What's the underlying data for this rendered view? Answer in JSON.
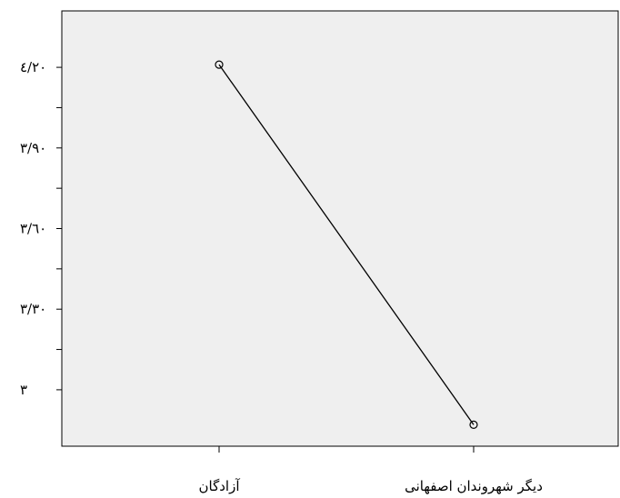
{
  "chart_data": {
    "type": "line",
    "categories": [
      "آزادگان",
      "دیگر شهروندان اصفهانی"
    ],
    "values": [
      4.21,
      2.87
    ],
    "y_ticks": [
      3.0,
      3.3,
      3.6,
      3.9,
      4.2
    ],
    "y_tick_labels": [
      "٣",
      "٣/٣٠",
      "٣/٦٠",
      "٣/٩٠",
      "٤/٢٠"
    ],
    "ylim": [
      2.79,
      4.41
    ],
    "grid": false,
    "colors": {
      "plot_background": "#efefef",
      "line": "#000000",
      "axis": "#000000"
    }
  }
}
